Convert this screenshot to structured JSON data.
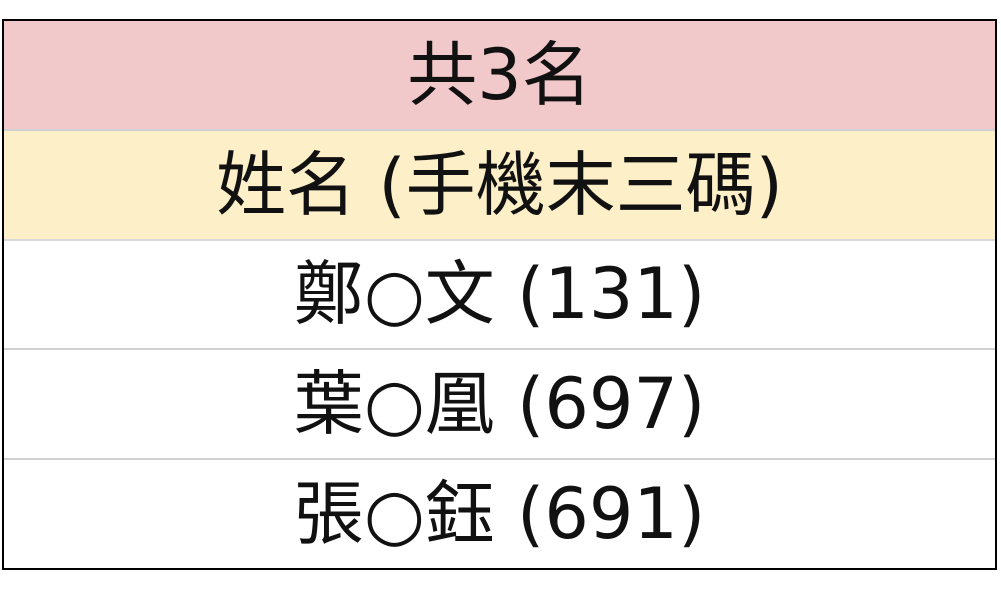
{
  "table": {
    "title": "共3名",
    "header": "姓名 (手機末三碼)",
    "rows": [
      "鄭○文 (131)",
      "葉○凰 (697)",
      "張○鈺 (691)"
    ]
  },
  "colors": {
    "title_bg": "#f2c9cb",
    "header_bg": "#fdf0c8",
    "row_bg": "#ffffff",
    "border": "#000000"
  }
}
